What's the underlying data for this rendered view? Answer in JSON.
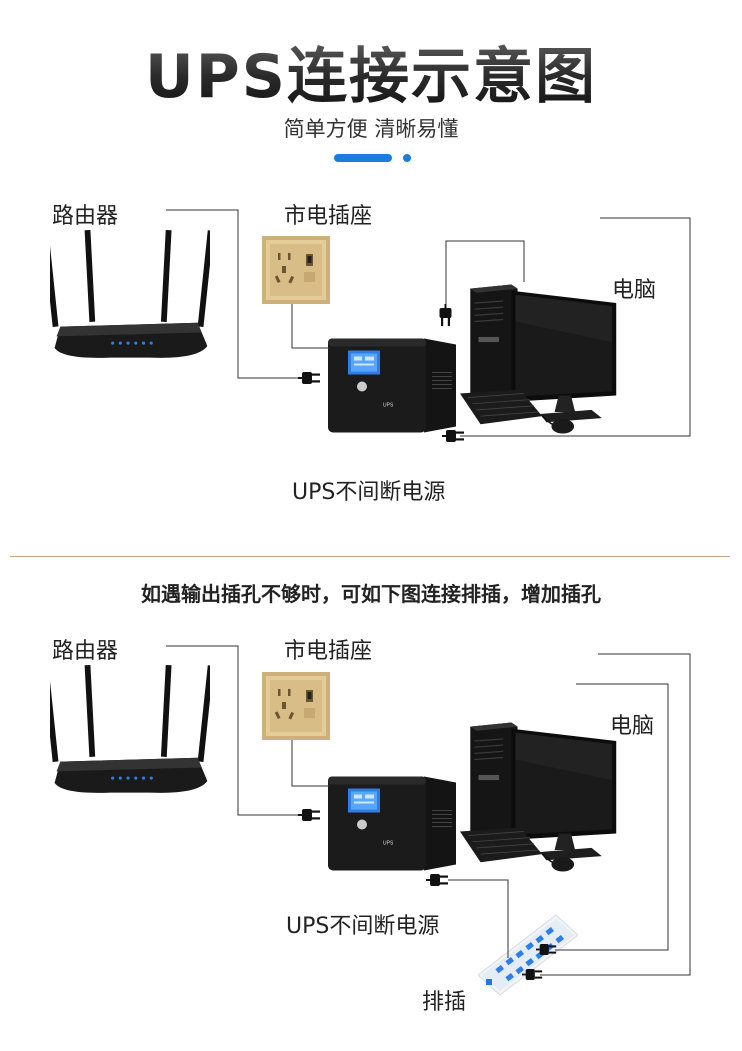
{
  "header": {
    "title": "UPS连接示意图",
    "subtitle": "简单方便 清晰易懂"
  },
  "diagram1": {
    "router_label": "路由器",
    "outlet_label": "市电插座",
    "computer_label": "电脑",
    "ups_label": "UPS不间断电源"
  },
  "note": "如遇输出插孔不够时，可如下图连接排插，增加插孔",
  "diagram2": {
    "router_label": "路由器",
    "outlet_label": "市电插座",
    "computer_label": "电脑",
    "ups_label": "UPS不间断电源",
    "power_strip_label": "排插"
  },
  "colors": {
    "accent": "#1e7be0",
    "divider": "#c8a37e",
    "outlet_gold": "#cdb07a",
    "ups_screen": "#2f7ee8"
  }
}
